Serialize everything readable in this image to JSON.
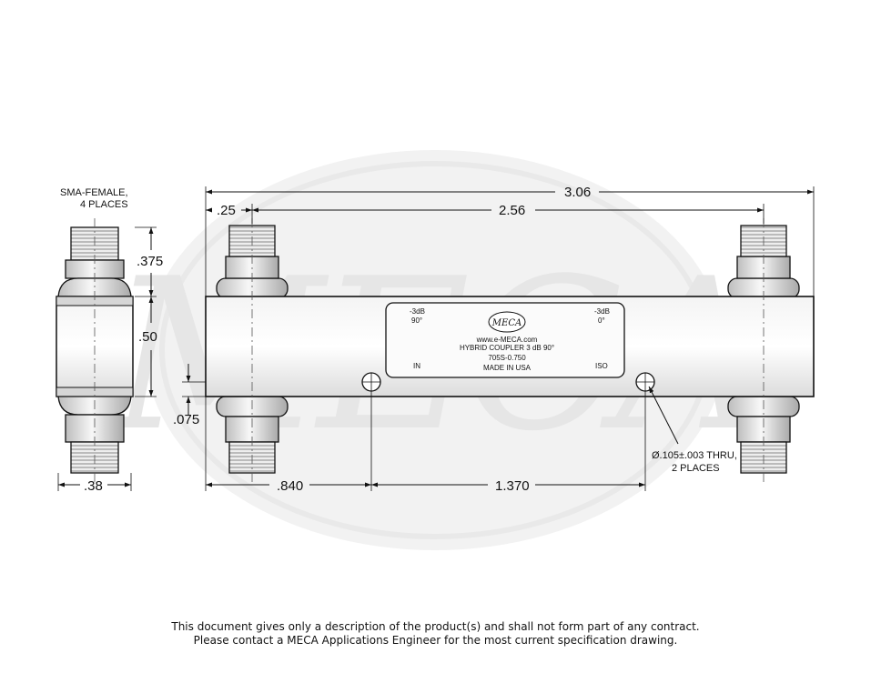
{
  "labels": {
    "connector_note_1": "SMA-FEMALE,",
    "connector_note_2": "4 PLACES",
    "hole_note_1": "Ø.105±.003 THRU,",
    "hole_note_2": "2 PLACES"
  },
  "dimensions": {
    "overall_length": "3.06",
    "port_spacing": "2.56",
    "port_offset": ".25",
    "connector_height": ".375",
    "body_height": ".50",
    "hole_offset_vertical": ".075",
    "body_width": ".38",
    "hole_offset_horizontal": ".840",
    "hole_spacing": "1.370"
  },
  "nameplate": {
    "left_top_1": "-3dB",
    "left_top_2": "90°",
    "right_top_1": "-3dB",
    "right_top_2": "0°",
    "website": "www.e-MECA.com",
    "product": "HYBRID COUPLER 3 dB 90°",
    "model": "705S-0.750",
    "origin": "MADE IN USA",
    "port_in": "IN",
    "port_iso": "ISO",
    "logo_text": "MECA"
  },
  "watermark": {
    "text": "MECA"
  },
  "footer": {
    "line1": "This document gives only a description of the product(s) and shall not form part of any contract.",
    "line2": "Please contact a MECA Applications Engineer for the most current specification drawing."
  }
}
